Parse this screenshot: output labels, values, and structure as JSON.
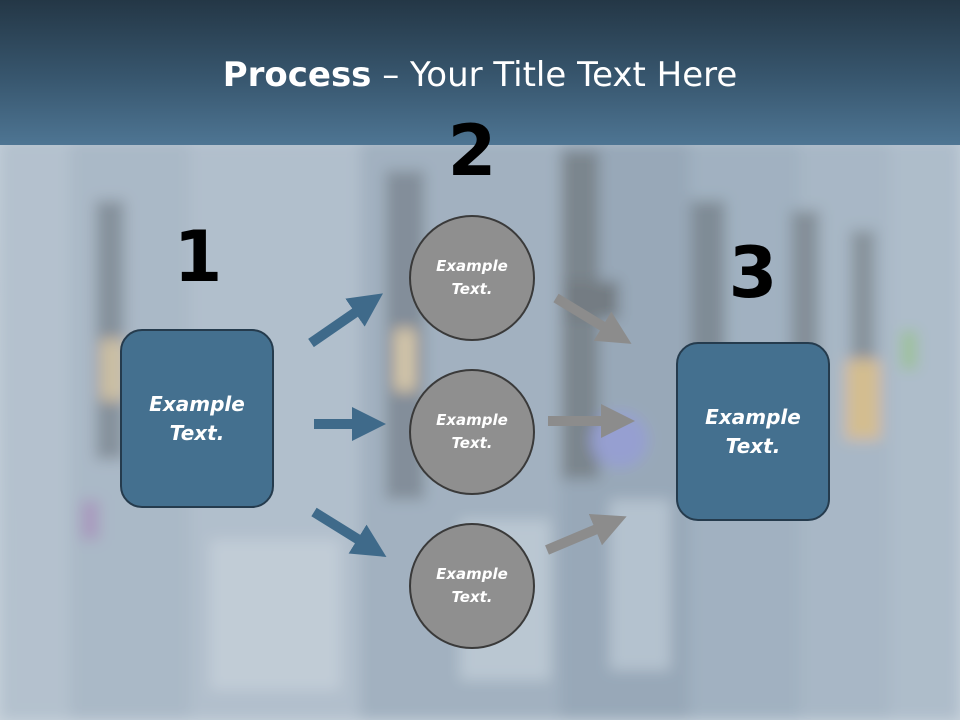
{
  "slide": {
    "title_bold": "Process",
    "title_rest": " – Your Title Text Here"
  },
  "steps": [
    {
      "number": "1"
    },
    {
      "number": "2"
    },
    {
      "number": "3"
    }
  ],
  "nodes": {
    "start_box": "Example Text.",
    "circles": [
      "Example Text.",
      "Example Text.",
      "Example Text."
    ],
    "end_box": "Example Text."
  },
  "colors": {
    "header": "#38576f",
    "box_fill": "#44708f",
    "circle_fill": "#8f8f8f",
    "left_arrows": "#3f6a8a",
    "right_arrows": "#8c8c8c"
  },
  "icons": {
    "arrows": "right-arrow"
  }
}
